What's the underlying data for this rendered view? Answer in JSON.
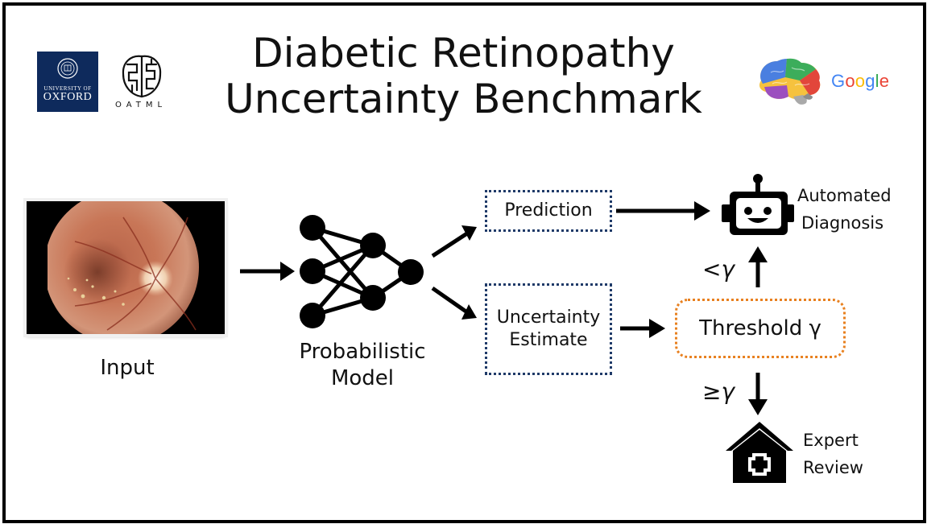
{
  "title_line1": "Diabetic Retinopathy",
  "title_line2": "Uncertainty Benchmark",
  "logos": {
    "oxford_top": "UNIVERSITY OF",
    "oxford_bottom": "OXFORD",
    "oatml": "OATML",
    "google": "Google"
  },
  "labels": {
    "input": "Input",
    "model_line1": "Probabilistic",
    "model_line2": "Model",
    "prediction": "Prediction",
    "uncertainty_line1": "Uncertainty",
    "uncertainty_line2": "Estimate",
    "threshold": "Threshold γ",
    "less_than": "<γ",
    "greater_eq": "≥γ",
    "automated_line1": "Automated",
    "automated_line2": "Diagnosis",
    "expert_line1": "Expert",
    "expert_line2": "Review"
  },
  "colors": {
    "oxford_blue": "#0e2a5c",
    "box_border": "#1f3a68",
    "threshold_border": "#e8801f"
  },
  "google_letter_colors": [
    "#4285F4",
    "#EA4335",
    "#FBBC05",
    "#4285F4",
    "#34A853",
    "#EA4335"
  ]
}
